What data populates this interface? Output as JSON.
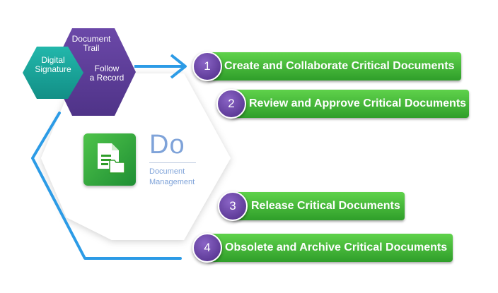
{
  "hexagons": {
    "trail_title": "Document\nTrail",
    "follow_text": "Follow\na Record",
    "signature_text": "Digital\nSignature"
  },
  "center": {
    "title": "Do",
    "subtitle": "Document\nManagement"
  },
  "steps": [
    {
      "number": "1",
      "label": "Create and Collaborate Critical Documents"
    },
    {
      "number": "2",
      "label": "Review and Approve Critical Documents"
    },
    {
      "number": "3",
      "label": "Release Critical Documents"
    },
    {
      "number": "4",
      "label": "Obsolete and Archive Critical Documents"
    }
  ],
  "colors": {
    "purple": "#5b3c96",
    "teal": "#1aa59b",
    "blue": "#2c9be6",
    "green": "#3fb336",
    "do_text": "#7fa3d9"
  }
}
